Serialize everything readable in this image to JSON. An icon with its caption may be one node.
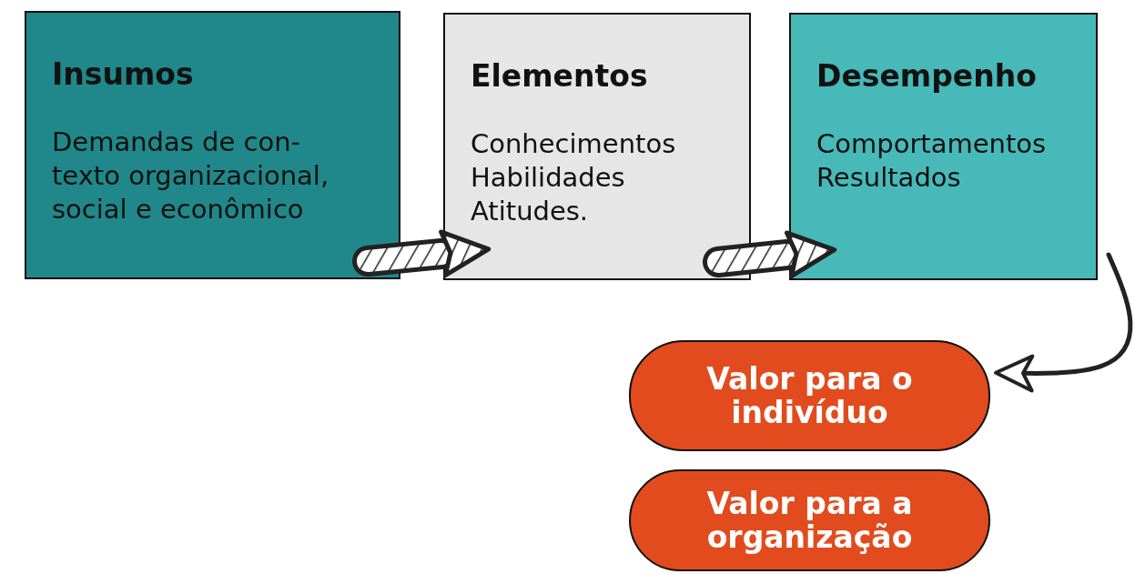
{
  "diagram": {
    "nodes": [
      {
        "text": [
          "Insumos",
          "Demandas de con-texto organizacional, social e econômico"
        ]
      },
      {
        "text": [
          "Elementos",
          "Conhecimentos Habilidades Atitudes."
        ]
      },
      {
        "text": [
          "Desempenho",
          "Comportamentos Resultados"
        ]
      },
      {
        "text": [
          "Valor para o indivíduo"
        ]
      },
      {
        "text": [
          "Valor para a organização"
        ]
      }
    ],
    "edges": [
      {
        "from": 0,
        "to": 1,
        "arrow": "to",
        "style": "thick"
      },
      {
        "from": 1,
        "to": 2,
        "arrow": "to",
        "style": "thick"
      },
      {
        "from": 2,
        "to": 3,
        "arrow": "to"
      }
    ]
  }
}
